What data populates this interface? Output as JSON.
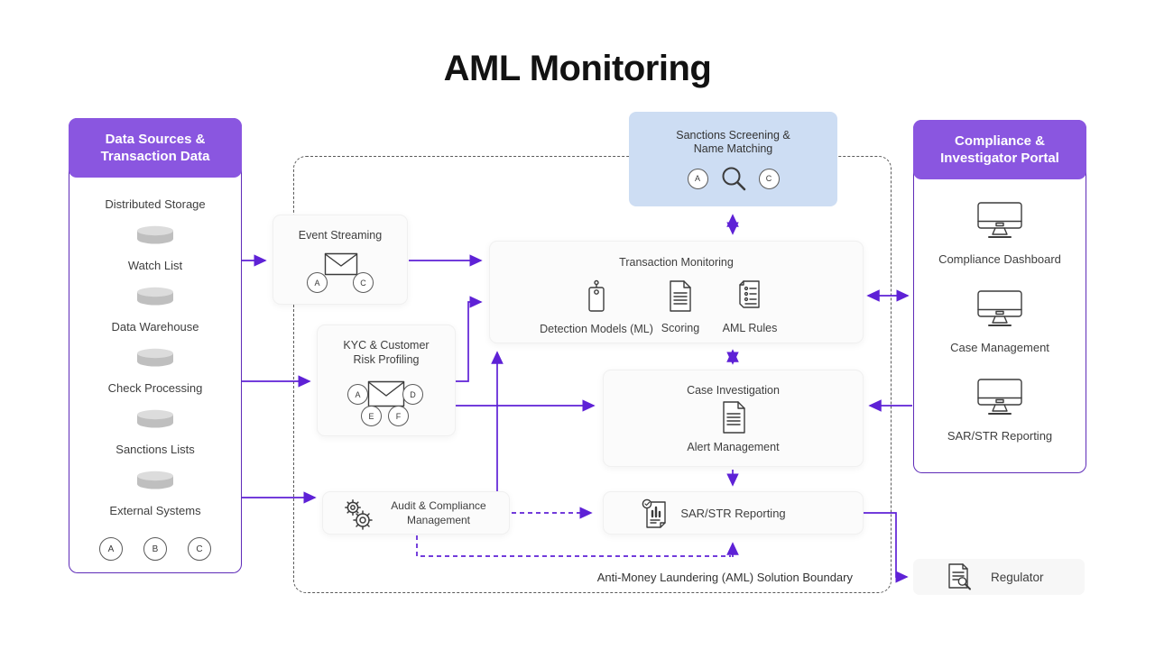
{
  "title": "AML Monitoring",
  "colors": {
    "accent": "#5e21d6",
    "panel_border": "#5e2bb8",
    "header_bg": "#8a56e0",
    "header_text": "#ffffff",
    "sanctions_bg": "#cdddf3",
    "box_bg": "#fbfbfb",
    "box_border": "#f0f0f0",
    "regulator_bg": "#f7f7f7",
    "boundary_line": "#5a5a5a",
    "text": "#3e3e3e",
    "icon_stroke": "#3c3c3c",
    "title_color": "#121212"
  },
  "left_panel": {
    "header_line1": "Data Sources &",
    "header_line2": "Transaction Data",
    "items": [
      {
        "label": "Distributed Storage",
        "icon": "database-cylinder-icon"
      },
      {
        "label": "Watch List",
        "icon": "database-cylinder-icon"
      },
      {
        "label": "Data Warehouse",
        "icon": "database-cylinder-icon"
      },
      {
        "label": "Check Processing",
        "icon": "database-cylinder-icon"
      },
      {
        "label": "Sanctions Lists",
        "icon": "database-cylinder-icon"
      },
      {
        "label": "External Systems",
        "icon": null
      }
    ],
    "badges": [
      "A",
      "B",
      "C"
    ]
  },
  "sanctions_box": {
    "line1": "Sanctions Screening &",
    "line2": "Name Matching",
    "badges": [
      "A",
      "C"
    ],
    "icon": "search-icon"
  },
  "event_streaming": {
    "label": "Event Streaming",
    "badges": [
      "A",
      "C"
    ],
    "icon": "envelope-icon"
  },
  "kyc_box": {
    "line1": "KYC & Customer",
    "line2": "Risk Profiling",
    "badges": [
      "A",
      "D",
      "E",
      "F"
    ],
    "icon": "envelope-icon"
  },
  "transaction_monitoring": {
    "title": "Transaction Monitoring",
    "components": [
      {
        "label": "Detection Models (ML)",
        "icon": "tag-icon"
      },
      {
        "label": "Scoring",
        "icon": "document-icon"
      },
      {
        "label": "AML Rules",
        "icon": "rules-list-icon"
      }
    ]
  },
  "case_investigation": {
    "title": "Case Investigation",
    "label": "Alert Management",
    "icon": "document-icon"
  },
  "sar_box": {
    "label": "SAR/STR Reporting",
    "icon": "report-chart-icon"
  },
  "audit_box": {
    "line1": "Audit & Compliance",
    "line2": "Management",
    "icon": "gears-icon"
  },
  "right_panel": {
    "header_line1": "Compliance &",
    "header_line2": "Investigator Portal",
    "items": [
      {
        "label": "Compliance Dashboard",
        "icon": "monitor-icon"
      },
      {
        "label": "Case Management",
        "icon": "monitor-icon"
      },
      {
        "label": "SAR/STR Reporting",
        "icon": "monitor-icon"
      }
    ]
  },
  "regulator_box": {
    "label": "Regulator",
    "icon": "regulated-document-icon"
  },
  "boundary": {
    "label": "Anti-Money Laundering (AML) Solution Boundary"
  }
}
